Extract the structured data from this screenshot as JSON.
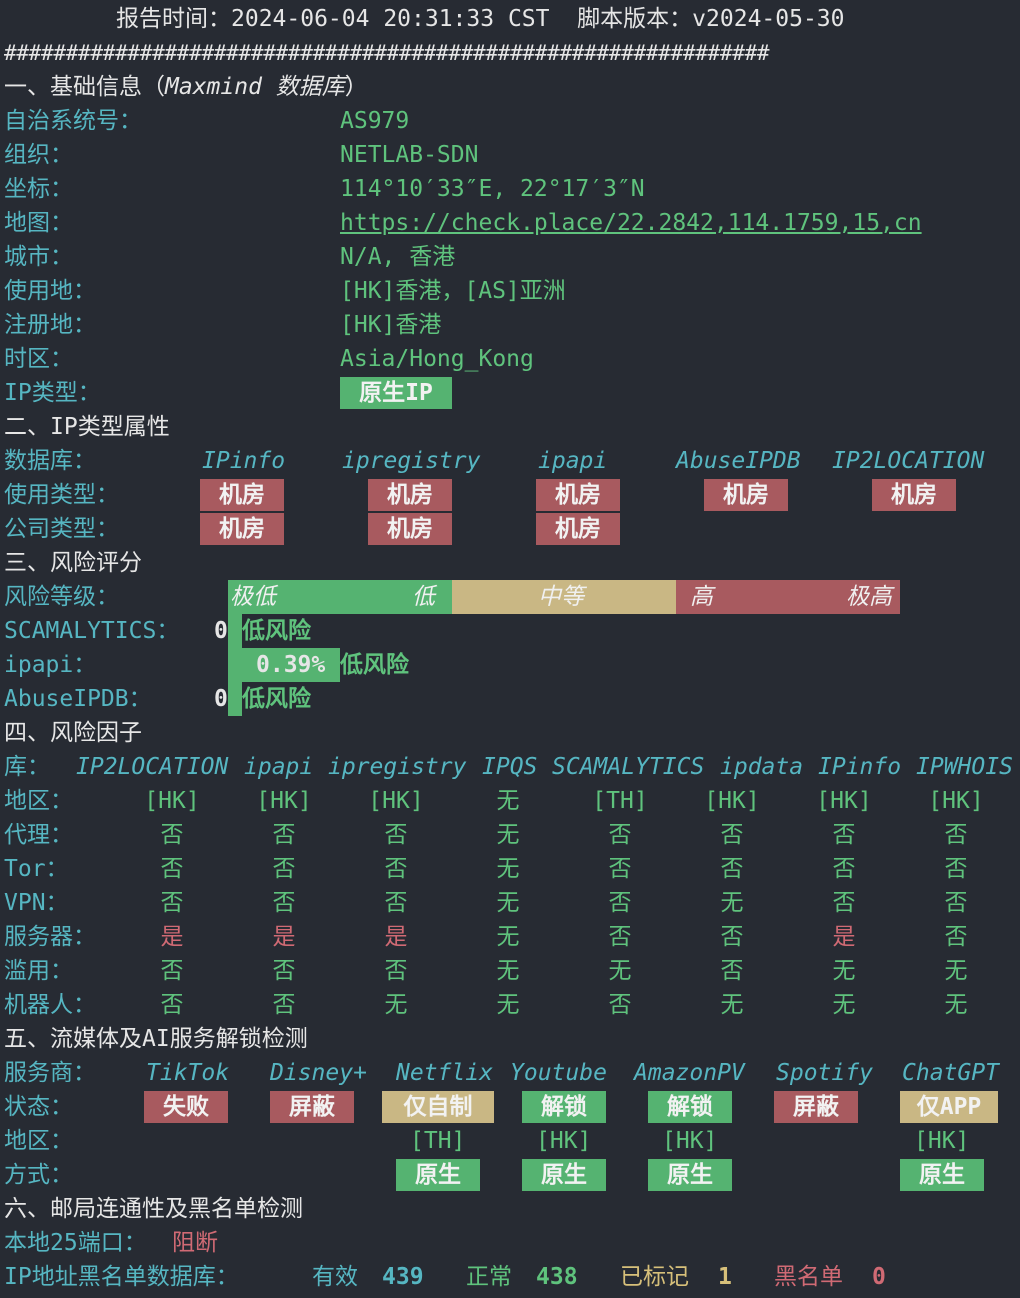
{
  "header": {
    "line": "报告时间：2024-06-04 20:31:33 CST  脚本版本：v2024-05-30",
    "divider": "##############################################################"
  },
  "s1": {
    "title_pre": "一、基础信息（",
    "title_it": "Maxmind 数据库",
    "title_post": "）",
    "rows": [
      {
        "label": "自治系统号：",
        "value": "AS979"
      },
      {
        "label": "组织：",
        "value": "NETLAB-SDN"
      },
      {
        "label": "坐标：",
        "value": "114°10′33″E, 22°17′3″N"
      },
      {
        "label": "地图：",
        "value": "https://check.place/22.2842,114.1759,15,cn"
      },
      {
        "label": "城市：",
        "value": "N/A, 香港"
      },
      {
        "label": "使用地：",
        "value": "[HK]香港，[AS]亚洲"
      },
      {
        "label": "注册地：",
        "value": "[HK]香港"
      },
      {
        "label": "时区：",
        "value": "Asia/Hong_Kong"
      },
      {
        "label": "IP类型：",
        "value": "原生IP"
      }
    ]
  },
  "s2": {
    "title": "二、IP类型属性",
    "db_label": "数据库：",
    "dbs": [
      "IPinfo",
      "ipregistry",
      "ipapi",
      "AbuseIPDB",
      "IP2LOCATION"
    ],
    "use_label": "使用类型：",
    "use": [
      "机房",
      "机房",
      "机房",
      "机房",
      "机房"
    ],
    "company_label": "公司类型：",
    "company": [
      "机房",
      "机房",
      "机房"
    ]
  },
  "s3": {
    "title": "三、风险评分",
    "level_label": "风险等级：",
    "scale": [
      "极低",
      "低",
      "中等",
      "高",
      "极高"
    ],
    "rows": [
      {
        "label": "SCAMALYTICS：",
        "score": "0",
        "text": "低风险",
        "fill": 0
      },
      {
        "label": "ipapi：",
        "score": "0.39%",
        "text": "低风险",
        "fill": 0.39
      },
      {
        "label": "AbuseIPDB：",
        "score": "0",
        "text": "低风险",
        "fill": 0
      }
    ]
  },
  "s4": {
    "title": "四、风险因子",
    "db_label": "库：",
    "dbs": [
      "IP2LOCATION",
      "ipapi",
      "ipregistry",
      "IPQS",
      "SCAMALYTICS",
      "ipdata",
      "IPinfo",
      "IPWHOIS"
    ],
    "rows": [
      {
        "label": "地区：",
        "values": [
          "[HK]",
          "[HK]",
          "[HK]",
          "无",
          "[TH]",
          "[HK]",
          "[HK]",
          "[HK]"
        ]
      },
      {
        "label": "代理：",
        "values": [
          "否",
          "否",
          "否",
          "无",
          "否",
          "否",
          "否",
          "否"
        ]
      },
      {
        "label": "Tor：",
        "values": [
          "否",
          "否",
          "否",
          "无",
          "否",
          "否",
          "否",
          "否"
        ]
      },
      {
        "label": "VPN：",
        "values": [
          "否",
          "否",
          "否",
          "无",
          "否",
          "无",
          "否",
          "否"
        ]
      },
      {
        "label": "服务器：",
        "values": [
          "是",
          "是",
          "是",
          "无",
          "否",
          "否",
          "是",
          "否"
        ]
      },
      {
        "label": "滥用：",
        "values": [
          "否",
          "否",
          "否",
          "无",
          "无",
          "否",
          "无",
          "无"
        ]
      },
      {
        "label": "机器人：",
        "values": [
          "否",
          "否",
          "无",
          "无",
          "否",
          "无",
          "无",
          "无"
        ]
      }
    ]
  },
  "s5": {
    "title": "五、流媒体及AI服务解锁检测",
    "provider_label": "服务商：",
    "providers": [
      "TikTok",
      "Disney+",
      "Netflix",
      "Youtube",
      "AmazonPV",
      "Spotify",
      "ChatGPT"
    ],
    "status_label": "状态：",
    "status": [
      "失败",
      "屏蔽",
      "仅自制",
      "解锁",
      "解锁",
      "屏蔽",
      "仅APP"
    ],
    "region_label": "地区：",
    "regions": [
      "",
      "",
      "[TH]",
      "[HK]",
      "[HK]",
      "",
      "[HK]"
    ],
    "method_label": "方式：",
    "methods": [
      "",
      "",
      "原生",
      "原生",
      "原生",
      "",
      "原生"
    ]
  },
  "s6": {
    "title": "六、邮局连通性及黑名单检测",
    "port_label": "本地25端口：",
    "port_value": "阻断",
    "bl_label": "IP地址黑名单数据库：",
    "valid_label": "有效",
    "valid": "439",
    "normal_label": "正常",
    "normal": "438",
    "marked_label": "已标记",
    "marked": "1",
    "black_label": "黑名单",
    "black": "0"
  },
  "colors": {
    "background": "#272b33",
    "cyan": "#56b6c2",
    "green": "#5fc37d",
    "red": "#d06a74",
    "gold": "#d7c07a"
  }
}
